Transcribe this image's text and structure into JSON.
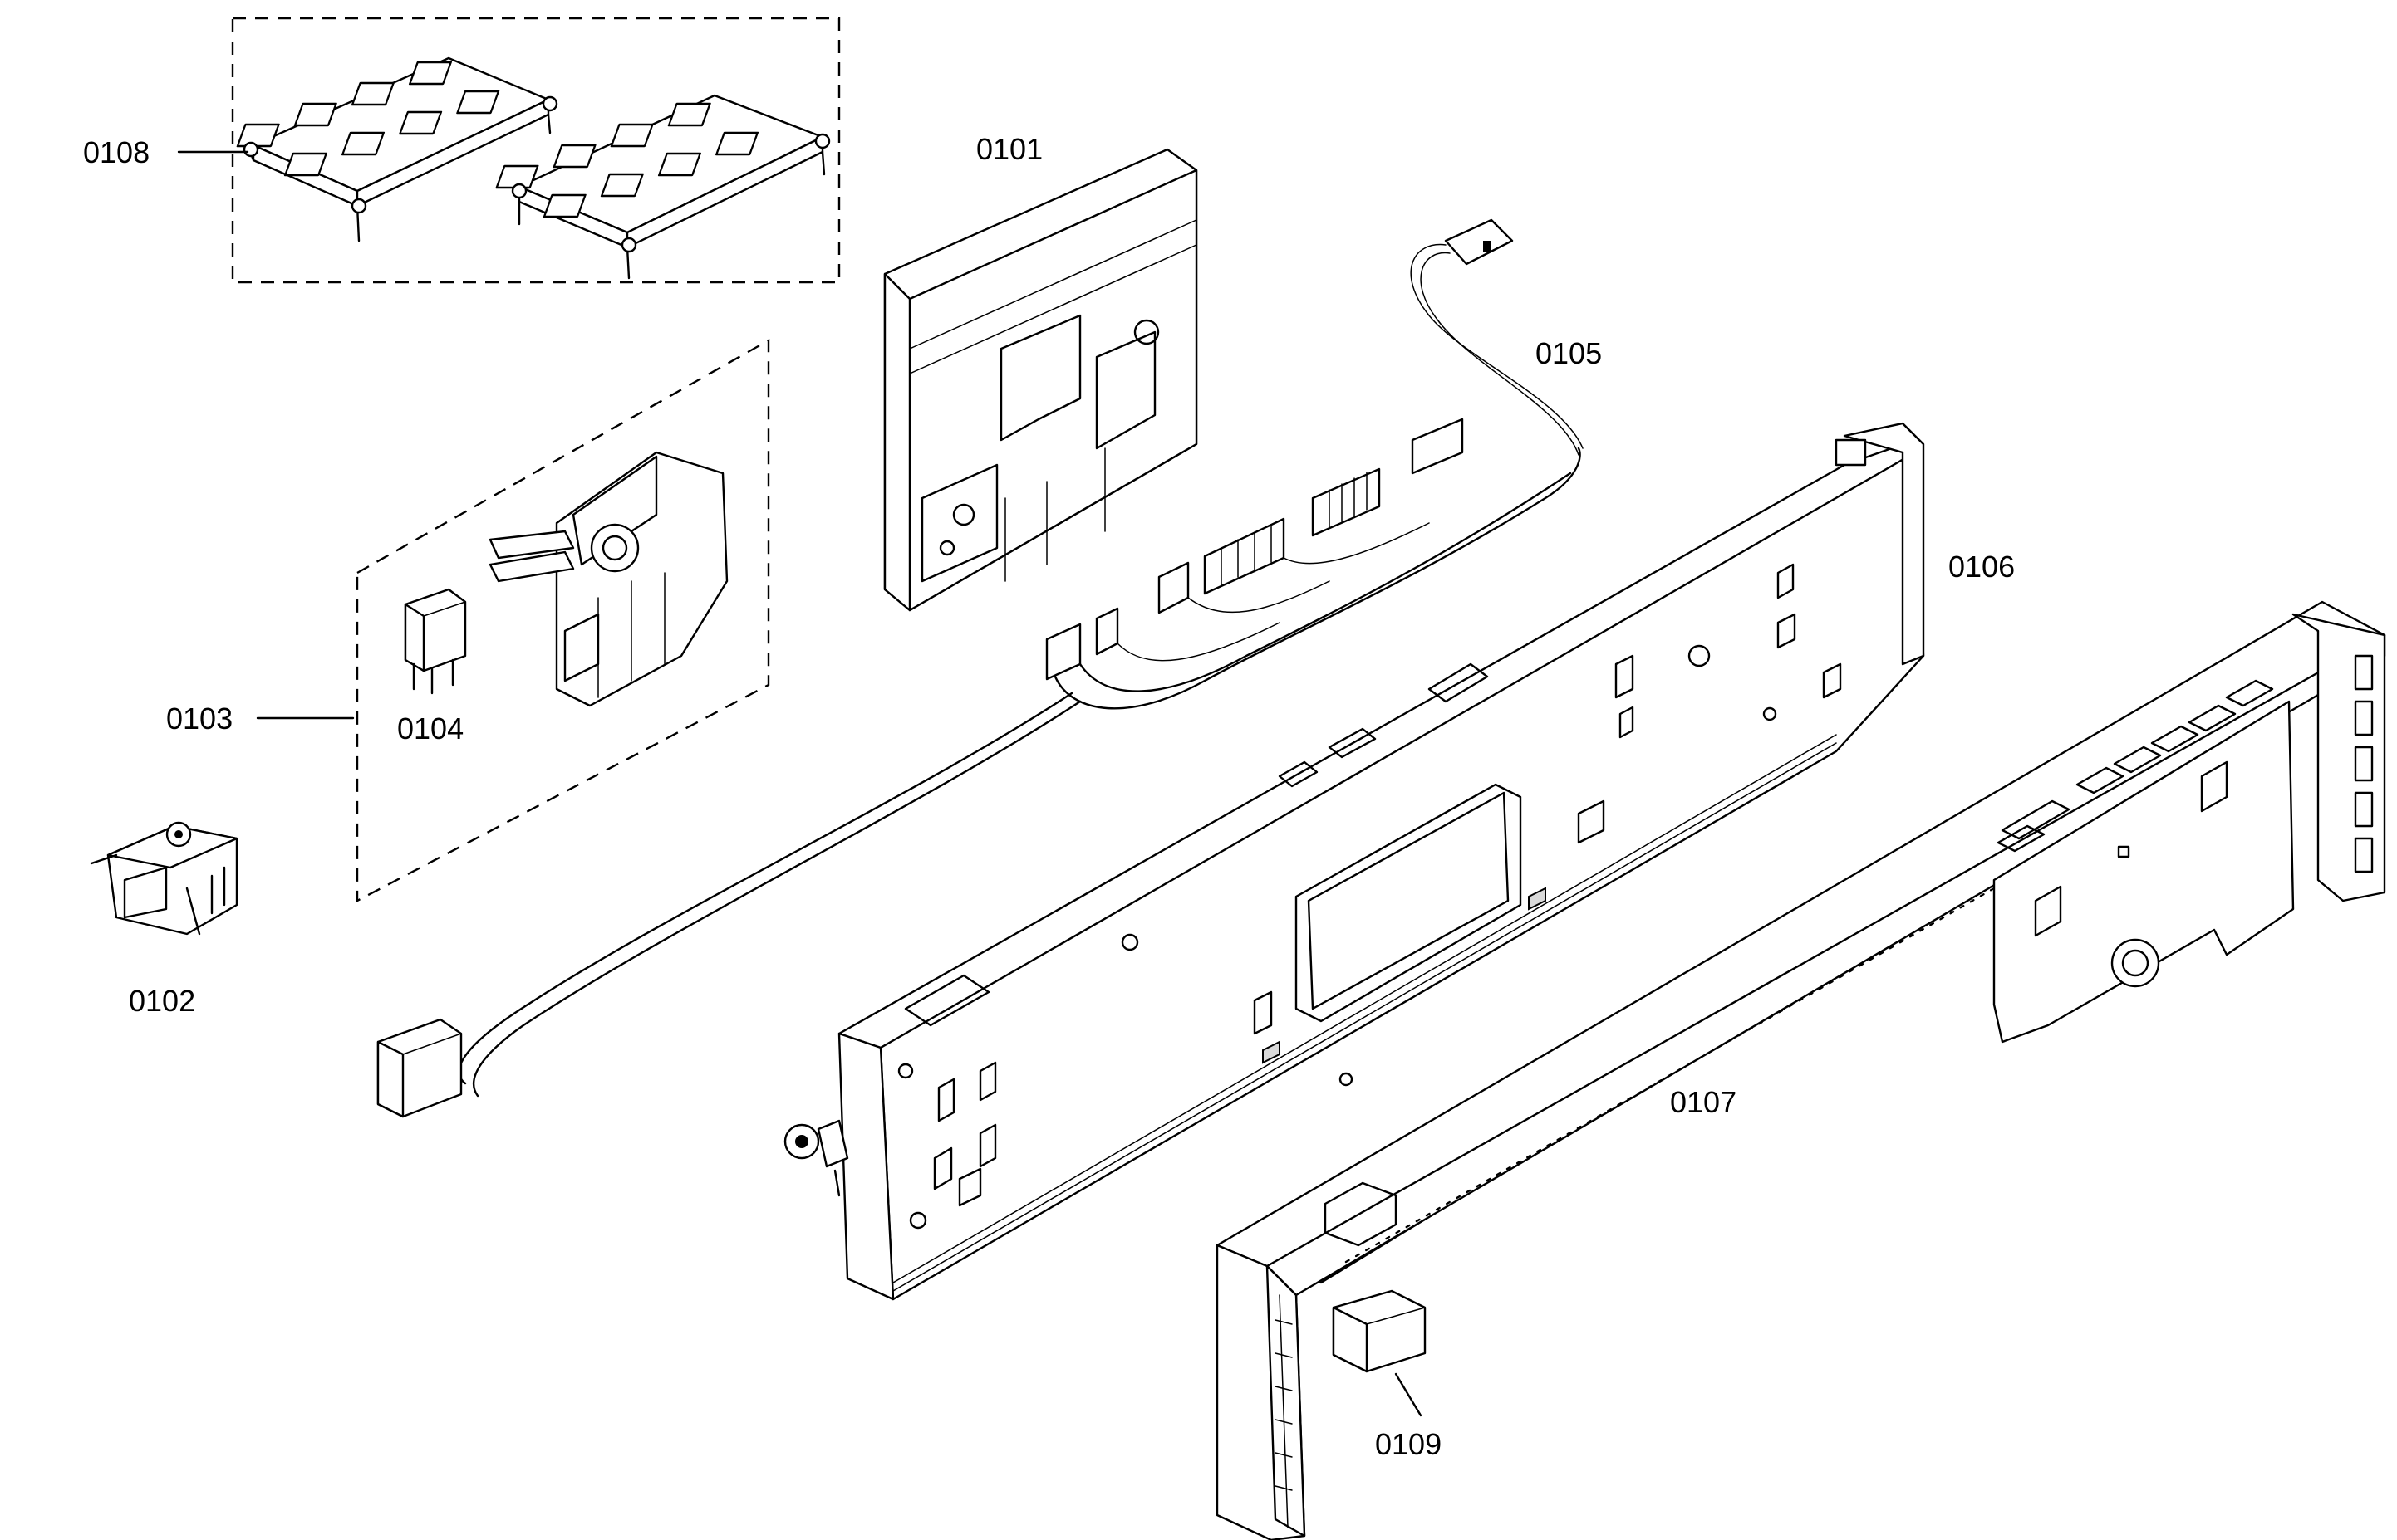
{
  "parts": [
    {
      "id": "0101"
    },
    {
      "id": "0102"
    },
    {
      "id": "0103"
    },
    {
      "id": "0104"
    },
    {
      "id": "0105"
    },
    {
      "id": "0106"
    },
    {
      "id": "0107"
    },
    {
      "id": "0108"
    },
    {
      "id": "0109"
    }
  ]
}
